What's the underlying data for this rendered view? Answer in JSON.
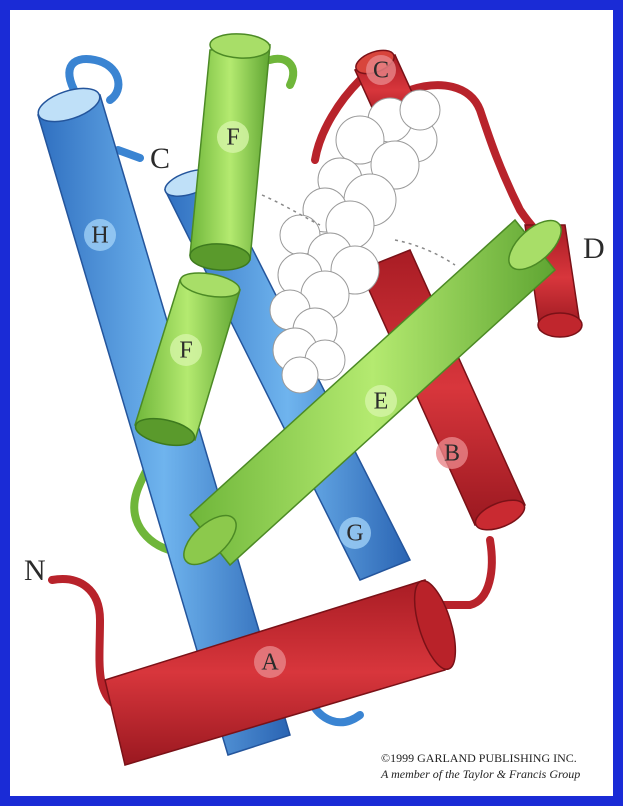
{
  "labels": {
    "c_top": "C",
    "c_left": "C",
    "d": "D",
    "n": "N"
  },
  "helices": {
    "a": "A",
    "b": "B",
    "c": "C",
    "e": "E",
    "f_upper": "F",
    "f_lower": "F",
    "g": "G",
    "h": "H"
  },
  "credit": {
    "line1": "©1999 GARLAND PUBLISHING INC.",
    "line2": "A member of the Taylor & Francis Group"
  },
  "colors": {
    "frame": "#1a2bd6",
    "blue_helix": "#3f8fd8",
    "green_helix": "#8fd34a",
    "red_helix": "#c8262d",
    "heme": "#ffffff"
  }
}
